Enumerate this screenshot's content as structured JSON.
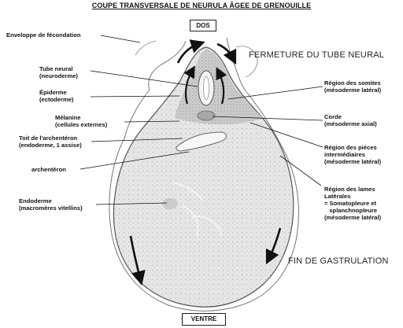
{
  "title": "COUPE TRANSVERSALE DE NEURULA ÂGEE DE GRENOUILLE",
  "orientation": {
    "top": "DOS",
    "bottom": "VENTRE"
  },
  "headings": {
    "upper": "FERMETURE DU TUBE NEURAL",
    "lower": "FIN DE GASTRULATION"
  },
  "labels_left": {
    "envelope": "Enveloppe de fécondation",
    "neural_tube": [
      "Tube neural",
      "(neuroderme)"
    ],
    "epidermis": [
      "Épiderme",
      "(ectoderme)"
    ],
    "melanin": [
      "Mélanine",
      "(cellules externes)"
    ],
    "archenteron_roof": [
      "Toit de l'archentéron",
      "(endoderme, 1 assise)"
    ],
    "archenteron": "archentéron",
    "endoderm": [
      "Endoderme",
      "(macromères vitellins)"
    ]
  },
  "labels_right": {
    "somites": [
      "Région des somites",
      "(mésoderme latéral)"
    ],
    "notochord": [
      "Corde",
      "(mésoderme axial)"
    ],
    "intermediate": [
      "Région des pièces",
      "intermédiaires",
      "(mésoderme latéral)"
    ],
    "lateral_plates": [
      "Région des lames",
      "Latérales",
      "= Somatopleure et",
      "   splanchnopleure",
      "(mésoderme latéral)"
    ]
  },
  "colors": {
    "tissue": "#d9d9d9",
    "tissue_dark": "#9a9a9a",
    "lines": "#111111"
  }
}
